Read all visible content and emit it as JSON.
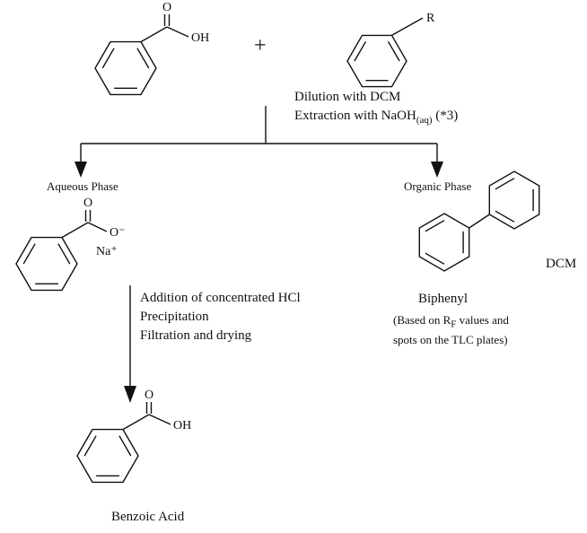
{
  "scheme": {
    "plus": "+",
    "step1": {
      "line1": "Dilution with DCM",
      "line2_pre": "Extraction with NaOH",
      "line2_sub": "(aq)",
      "line2_post": " (*3)"
    },
    "aqueous_phase_label": "Aqueous Phase",
    "organic_phase_label": "Organic Phase",
    "dcm_label": "DCM",
    "biphenyl_label": "Biphenyl",
    "biphenyl_note": {
      "line1_pre": "(Based on R",
      "line1_sub": "F",
      "line1_post": " values and",
      "line2": "spots on the TLC plates)"
    },
    "step2": {
      "line1": "Addition of concentrated HCl",
      "line2": "Precipitation",
      "line3": "Filtration and drying"
    },
    "benzoic_acid_label": "Benzoic Acid"
  },
  "structures": {
    "benzoic_acid_top": {
      "carbonyl_o": "O",
      "hydroxyl": "OH"
    },
    "aryl_r": {
      "substituent": "R"
    },
    "sodium_benzoate": {
      "carbonyl_o": "O",
      "carboxylate_o": "O⁻",
      "sodium": "Na⁺"
    },
    "benzoic_acid_bottom": {
      "carbonyl_o": "O",
      "hydroxyl": "OH"
    }
  }
}
